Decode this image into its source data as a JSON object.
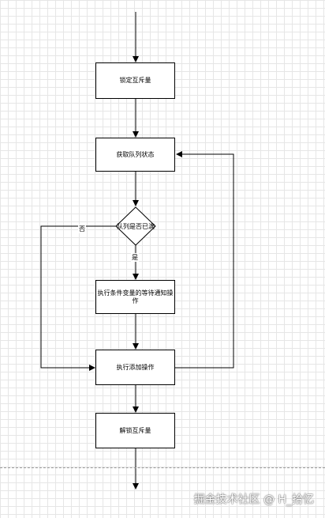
{
  "nodes": {
    "lock_mutex": "锁定互斥量",
    "get_queue_state": "获取队列状态",
    "queue_full_check": "队列是否已满",
    "cond_wait": "执行条件变量的等待通知操作",
    "add_op": "执行添加操作",
    "unlock_mutex": "解锁互斥量"
  },
  "edge_labels": {
    "no": "否",
    "yes": "是"
  },
  "watermark": "掘金技术社区 @ H_拾忆"
}
